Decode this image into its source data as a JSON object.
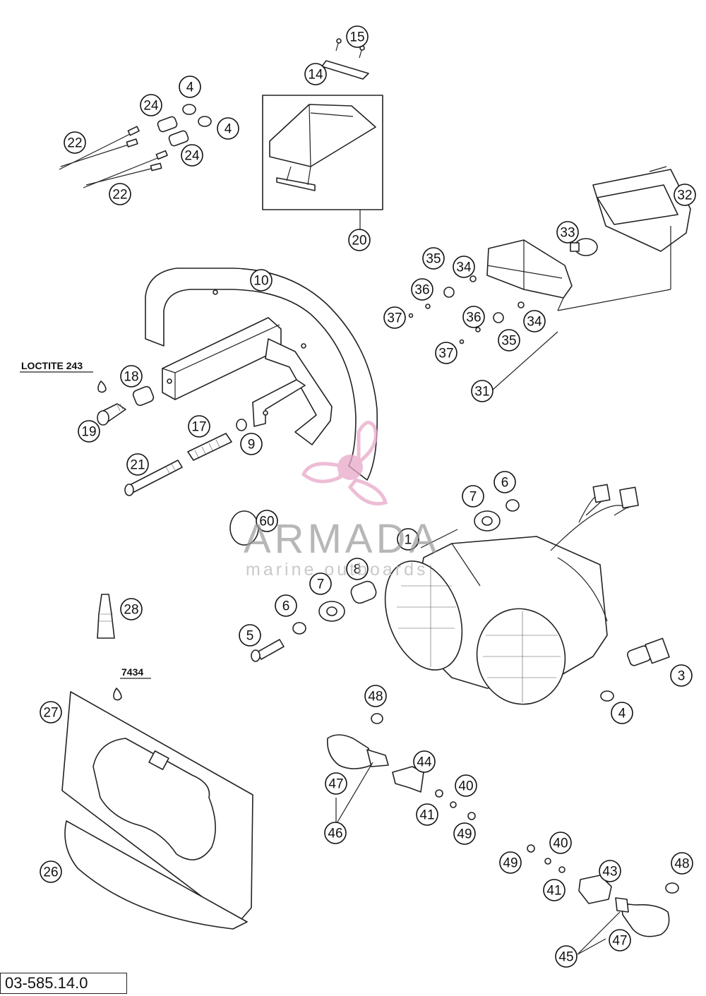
{
  "diagram": {
    "drawing_number": "03-585.14.0",
    "notes": {
      "loctite": "LOCTITE 243",
      "sealant": "7434"
    },
    "watermark": {
      "brand": "ARMADA",
      "tagline": "marine outboards",
      "brand_color": "#e8a8c8"
    },
    "callouts": [
      {
        "id": "c-15",
        "label": "15"
      },
      {
        "id": "c-14",
        "label": "14"
      },
      {
        "id": "c-4a",
        "label": "4"
      },
      {
        "id": "c-24a",
        "label": "24"
      },
      {
        "id": "c-4b",
        "label": "4"
      },
      {
        "id": "c-22a",
        "label": "22"
      },
      {
        "id": "c-24b",
        "label": "24"
      },
      {
        "id": "c-22b",
        "label": "22"
      },
      {
        "id": "c-20",
        "label": "20"
      },
      {
        "id": "c-32",
        "label": "32"
      },
      {
        "id": "c-33",
        "label": "33"
      },
      {
        "id": "c-35a",
        "label": "35"
      },
      {
        "id": "c-34a",
        "label": "34"
      },
      {
        "id": "c-36a",
        "label": "36"
      },
      {
        "id": "c-37a",
        "label": "37"
      },
      {
        "id": "c-36b",
        "label": "36"
      },
      {
        "id": "c-34b",
        "label": "34"
      },
      {
        "id": "c-35b",
        "label": "35"
      },
      {
        "id": "c-37b",
        "label": "37"
      },
      {
        "id": "c-31",
        "label": "31"
      },
      {
        "id": "c-10",
        "label": "10"
      },
      {
        "id": "c-18",
        "label": "18"
      },
      {
        "id": "c-19",
        "label": "19"
      },
      {
        "id": "c-17",
        "label": "17"
      },
      {
        "id": "c-9",
        "label": "9"
      },
      {
        "id": "c-21",
        "label": "21"
      },
      {
        "id": "c-6a",
        "label": "6"
      },
      {
        "id": "c-7a",
        "label": "7"
      },
      {
        "id": "c-60",
        "label": "60"
      },
      {
        "id": "c-1",
        "label": "1"
      },
      {
        "id": "c-8",
        "label": "8"
      },
      {
        "id": "c-7b",
        "label": "7"
      },
      {
        "id": "c-6b",
        "label": "6"
      },
      {
        "id": "c-28",
        "label": "28"
      },
      {
        "id": "c-5",
        "label": "5"
      },
      {
        "id": "c-3",
        "label": "3"
      },
      {
        "id": "c-4c",
        "label": "4"
      },
      {
        "id": "c-27",
        "label": "27"
      },
      {
        "id": "c-48a",
        "label": "48"
      },
      {
        "id": "c-44",
        "label": "44"
      },
      {
        "id": "c-47a",
        "label": "47"
      },
      {
        "id": "c-40a",
        "label": "40"
      },
      {
        "id": "c-41a",
        "label": "41"
      },
      {
        "id": "c-49a",
        "label": "49"
      },
      {
        "id": "c-46",
        "label": "46"
      },
      {
        "id": "c-40b",
        "label": "40"
      },
      {
        "id": "c-49b",
        "label": "49"
      },
      {
        "id": "c-43",
        "label": "43"
      },
      {
        "id": "c-48b",
        "label": "48"
      },
      {
        "id": "c-41b",
        "label": "41"
      },
      {
        "id": "c-26",
        "label": "26"
      },
      {
        "id": "c-47b",
        "label": "47"
      },
      {
        "id": "c-45",
        "label": "45"
      }
    ]
  }
}
